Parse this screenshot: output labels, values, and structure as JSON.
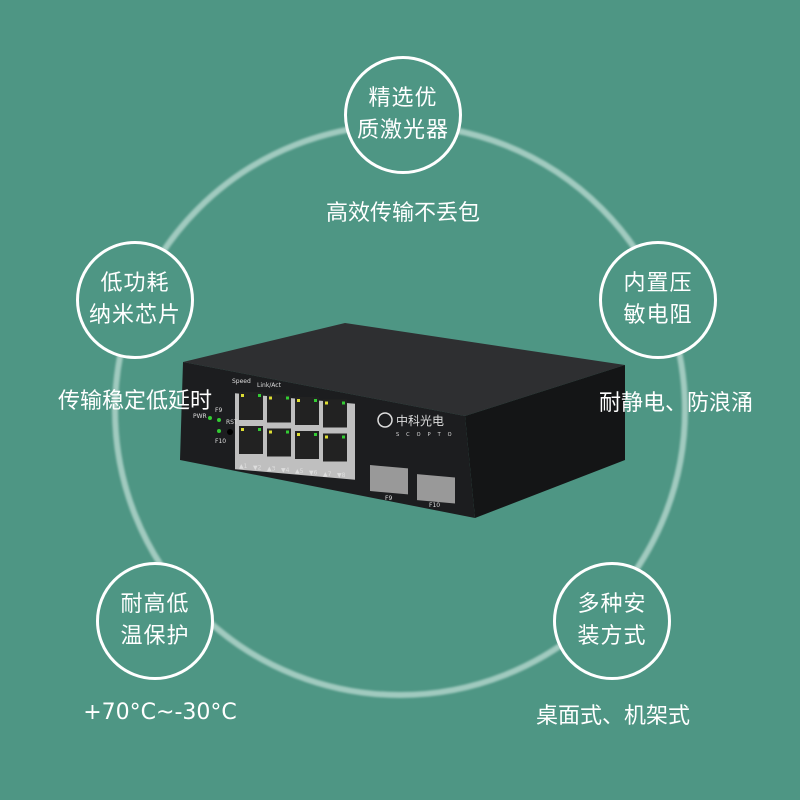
{
  "features": [
    {
      "line1": "精选优",
      "line2": "质激光器",
      "caption": "高效传输不丢包"
    },
    {
      "line1": "低功耗",
      "line2": "纳米芯片",
      "caption": "传输稳定低延时"
    },
    {
      "line1": "内置压",
      "line2": "敏电阻",
      "caption": "耐静电、防浪涌"
    },
    {
      "line1": "耐高低",
      "line2": "温保护",
      "caption": "+70°C~-30°C"
    },
    {
      "line1": "多种安",
      "line2": "装方式",
      "caption": "桌面式、机架式"
    }
  ],
  "device": {
    "brand_cn": "中科光电",
    "brand_en": "SCOPTO",
    "speed": "Speed",
    "link": "Link/Act",
    "pwr": "PWR",
    "f9": "F9",
    "f10": "F10",
    "rst": "RST",
    "ports": [
      "1",
      "2",
      "3",
      "4",
      "5",
      "6",
      "7",
      "8"
    ]
  }
}
